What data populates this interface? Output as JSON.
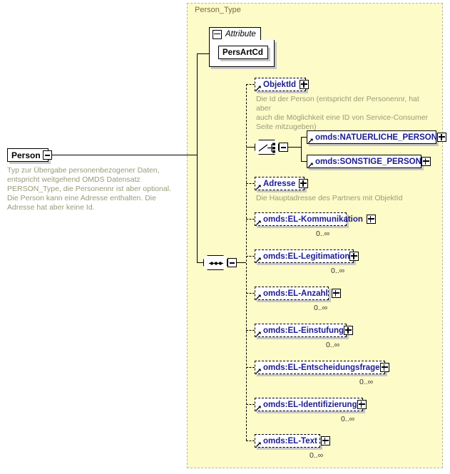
{
  "diagram": {
    "title": "Person_Type",
    "root": {
      "name": "Person",
      "expander": "minus",
      "description": "Typ zur Übergabe personenbezogener Daten, entspricht weitgehend OMDS Datensatz PERSON_Type, die Personennr ist aber optional. Die Person kann eine Adresse enthalten. Die Adresse hat aber keine Id."
    },
    "attribute_group": {
      "label": "Attribute",
      "expander": "minus",
      "attributes": [
        {
          "name": "PersArtCd"
        }
      ]
    },
    "compositors": {
      "choice": "choice-compositor",
      "sequence": "sequence-compositor"
    },
    "nodes": [
      {
        "name": "ObjektId",
        "expander": "plus",
        "optional": true,
        "repeat": false,
        "description": "Die Id der Person (entspricht der Personennr, hat aber\nauch die Möglichkeit eine ID von Service-Consumer\nSeite mitzugeben)",
        "multiplicity": ""
      },
      {
        "name": "omds:NATUERLICHE_PERSON",
        "expander": "plus",
        "optional": false,
        "repeat": false,
        "description": "",
        "multiplicity": ""
      },
      {
        "name": "omds:SONSTIGE_PERSON",
        "expander": "plus",
        "optional": false,
        "repeat": false,
        "description": "",
        "multiplicity": ""
      },
      {
        "name": "Adresse",
        "expander": "plus",
        "optional": true,
        "repeat": false,
        "description": "Die Hauptadresse des Partners mit ObjektId",
        "multiplicity": ""
      },
      {
        "name": "omds:EL-Kommunikation",
        "expander": "plus",
        "optional": true,
        "repeat": true,
        "description": "",
        "multiplicity": "0..∞"
      },
      {
        "name": "omds:EL-Legitimation",
        "expander": "plus",
        "optional": true,
        "repeat": true,
        "description": "",
        "multiplicity": "0..∞"
      },
      {
        "name": "omds:EL-Anzahl",
        "expander": "plus",
        "optional": true,
        "repeat": true,
        "description": "",
        "multiplicity": "0..∞"
      },
      {
        "name": "omds:EL-Einstufung",
        "expander": "plus",
        "optional": true,
        "repeat": true,
        "description": "",
        "multiplicity": "0..∞"
      },
      {
        "name": "omds:EL-Entscheidungsfrage",
        "expander": "plus",
        "optional": true,
        "repeat": true,
        "description": "",
        "multiplicity": "0..∞"
      },
      {
        "name": "omds:EL-Identifizierung",
        "expander": "plus",
        "optional": true,
        "repeat": true,
        "description": "",
        "multiplicity": "0..∞"
      },
      {
        "name": "omds:EL-Text",
        "expander": "plus",
        "optional": true,
        "repeat": true,
        "description": "",
        "multiplicity": "0..∞"
      }
    ],
    "colors": {
      "panel_background": "#fdfbc8",
      "panel_border": "#b9b9a0",
      "element_text": "#1b1b8f",
      "description_text": "#9a9a7a",
      "type_label": "#7a6a42"
    }
  }
}
